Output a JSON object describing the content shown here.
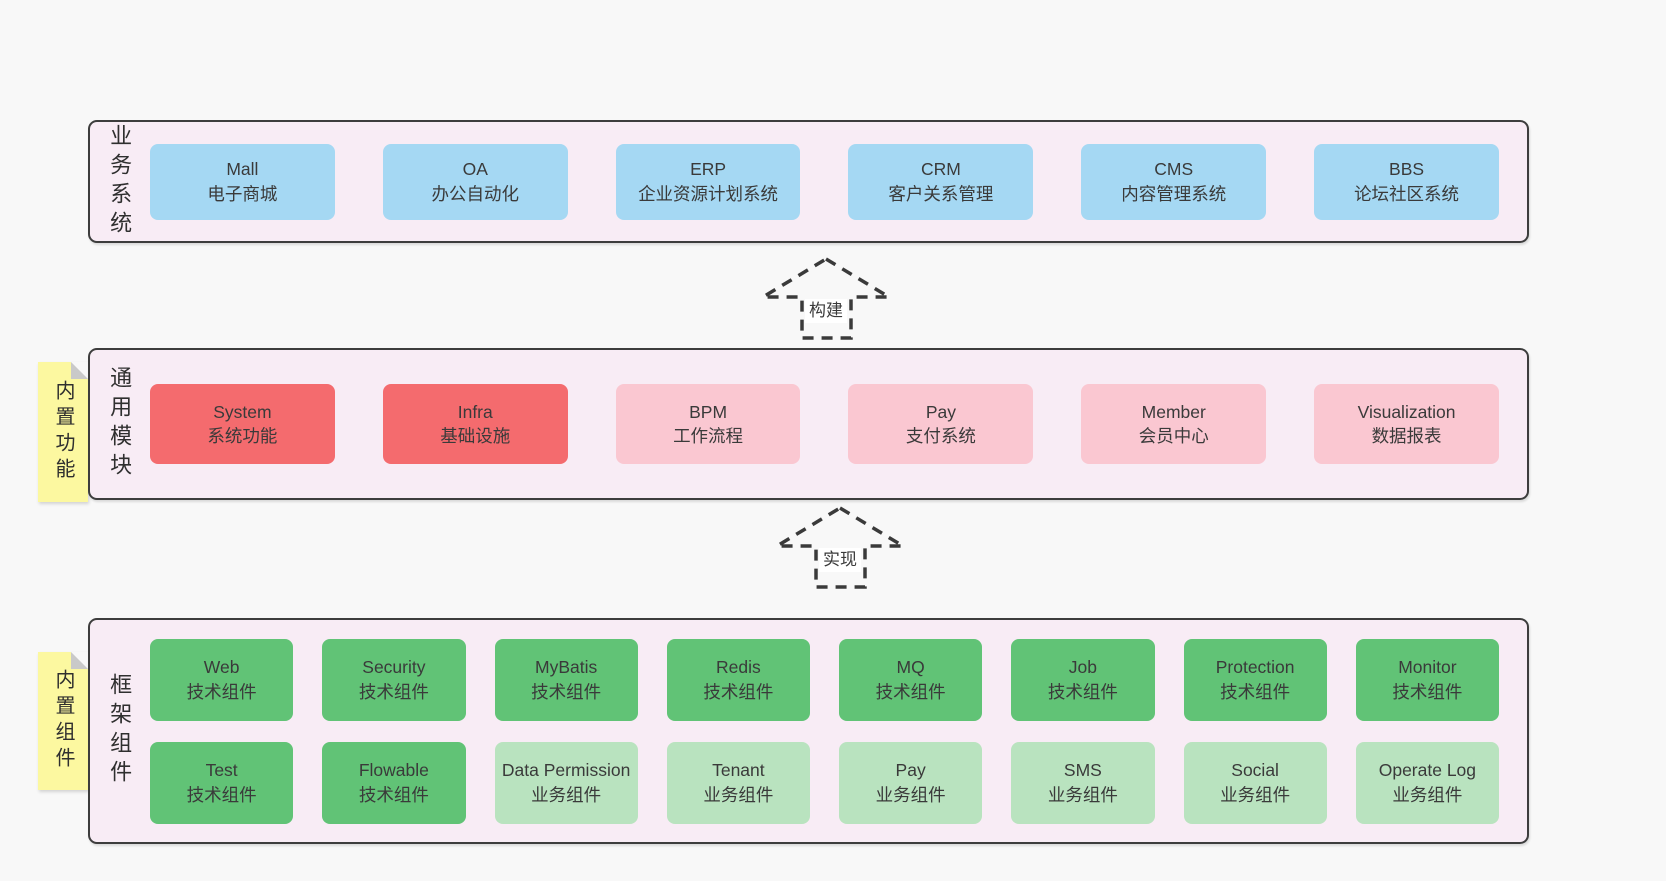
{
  "colors": {
    "page-bg": "#f8f8f8",
    "layer-bg": "#f8ecf5",
    "layer-border": "#3d3d3d",
    "box-blue": "#a5d8f3",
    "box-red": "#f46b6e",
    "box-pink": "#fac7d1",
    "box-green": "#61c376",
    "box-green-light": "#b9e3bf",
    "note-bg": "#fcf8a0",
    "note-fold": "#c9c9c9",
    "text": "#3a3a3a",
    "arrow-stroke": "#3a3a3a"
  },
  "layers": [
    {
      "label": "业务系统",
      "rows": [
        [
          {
            "title": "Mall",
            "subtitle": "电子商城",
            "variant": "blue"
          },
          {
            "title": "OA",
            "subtitle": "办公自动化",
            "variant": "blue"
          },
          {
            "title": "ERP",
            "subtitle": "企业资源计划系统",
            "variant": "blue"
          },
          {
            "title": "CRM",
            "subtitle": "客户关系管理",
            "variant": "blue"
          },
          {
            "title": "CMS",
            "subtitle": "内容管理系统",
            "variant": "blue"
          },
          {
            "title": "BBS",
            "subtitle": "论坛社区系统",
            "variant": "blue"
          }
        ]
      ]
    },
    {
      "label": "通用模块",
      "note": "内置功能",
      "rows": [
        [
          {
            "title": "System",
            "subtitle": "系统功能",
            "variant": "red"
          },
          {
            "title": "Infra",
            "subtitle": "基础设施",
            "variant": "red"
          },
          {
            "title": "BPM",
            "subtitle": "工作流程",
            "variant": "pink"
          },
          {
            "title": "Pay",
            "subtitle": "支付系统",
            "variant": "pink"
          },
          {
            "title": "Member",
            "subtitle": "会员中心",
            "variant": "pink"
          },
          {
            "title": "Visualization",
            "subtitle": "数据报表",
            "variant": "pink"
          }
        ]
      ]
    },
    {
      "label": "框架组件",
      "note": "内置组件",
      "rows": [
        [
          {
            "title": "Web",
            "subtitle": "技术组件",
            "variant": "green"
          },
          {
            "title": "Security",
            "subtitle": "技术组件",
            "variant": "green"
          },
          {
            "title": "MyBatis",
            "subtitle": "技术组件",
            "variant": "green"
          },
          {
            "title": "Redis",
            "subtitle": "技术组件",
            "variant": "green"
          },
          {
            "title": "MQ",
            "subtitle": "技术组件",
            "variant": "green"
          },
          {
            "title": "Job",
            "subtitle": "技术组件",
            "variant": "green"
          },
          {
            "title": "Protection",
            "subtitle": "技术组件",
            "variant": "green"
          },
          {
            "title": "Monitor",
            "subtitle": "技术组件",
            "variant": "green"
          }
        ],
        [
          {
            "title": "Test",
            "subtitle": "技术组件",
            "variant": "green"
          },
          {
            "title": "Flowable",
            "subtitle": "技术组件",
            "variant": "green"
          },
          {
            "title": "Data Permission",
            "subtitle": "业务组件",
            "variant": "green-light"
          },
          {
            "title": "Tenant",
            "subtitle": "业务组件",
            "variant": "green-light"
          },
          {
            "title": "Pay",
            "subtitle": "业务组件",
            "variant": "green-light"
          },
          {
            "title": "SMS",
            "subtitle": "业务组件",
            "variant": "green-light"
          },
          {
            "title": "Social",
            "subtitle": "业务组件",
            "variant": "green-light"
          },
          {
            "title": "Operate Log",
            "subtitle": "业务组件",
            "variant": "green-light"
          }
        ]
      ]
    }
  ],
  "arrows": [
    {
      "label": "构建"
    },
    {
      "label": "实现"
    }
  ]
}
